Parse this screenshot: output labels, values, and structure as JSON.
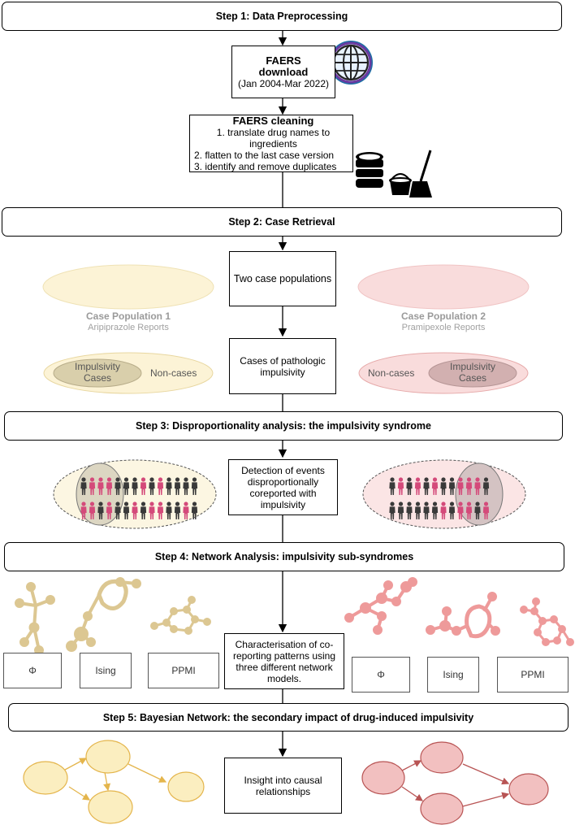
{
  "steps": {
    "s1": "Step 1: Data Preprocessing",
    "s2": "Step 2: Case Retrieval",
    "s3": "Step 3: Disproportionality analysis: the impulsivity syndrome",
    "s4": "Step 4: Network Analysis: impulsivity sub-syndromes",
    "s5": "Step 5: Bayesian Network: the secondary impact of drug-induced impulsivity"
  },
  "faers_download": {
    "line1": "FAERS",
    "line2": "download",
    "line3": "(Jan 2004-Mar 2022)"
  },
  "faers_cleaning": {
    "title": "FAERS cleaning",
    "items": [
      "1. translate drug names to ingredients",
      "2. flatten to the last case version",
      "3. identify and remove duplicates"
    ]
  },
  "two_case_populations": "Two case populations",
  "cases_box": {
    "line1": "Cases of pathologic",
    "line2": "impulsivity"
  },
  "population1": {
    "title": "Case Population 1",
    "subtitle": "Aripiprazole Reports",
    "inner": "Impulsivity Cases",
    "outer": "Non-cases",
    "inner_l1": "Impulsivity",
    "inner_l2": "Cases"
  },
  "population2": {
    "title": "Case Population 2",
    "subtitle": "Pramipexole Reports",
    "inner_l1": "Impulsivity",
    "inner_l2": "Cases",
    "outer": "Non-cases"
  },
  "detection_box": [
    "Detection of events",
    "disproportionally",
    "coreported with",
    "impulsivity"
  ],
  "characterisation_box": [
    "Characterisation of co-",
    "reporting patterns using",
    "three different network",
    "models."
  ],
  "models_left": [
    "Φ",
    "Ising",
    "PPMI"
  ],
  "models_right": [
    "Φ",
    "Ising",
    "PPMI"
  ],
  "insight_box": [
    "Insight into causal",
    "relationships"
  ],
  "colors": {
    "yellow_fill": "#fcf3d6",
    "yellow_stroke": "#e8d7a0",
    "pink_fill": "#f9dcdc",
    "pink_stroke": "#e6a9a9",
    "pink_person": "#d44a7a",
    "dark_person": "#3a3a3a",
    "tan_network": "#dcc792",
    "pink_network": "#ee9a9a",
    "bn_yellow_node": "#fbeec0",
    "bn_yellow_edge": "#e4b54c",
    "bn_pink_node": "#f2c0c0",
    "bn_pink_edge": "#b85454"
  },
  "icons": [
    "globe-icon",
    "database-icon",
    "bucket-icon",
    "broom-icon",
    "person-icon"
  ]
}
